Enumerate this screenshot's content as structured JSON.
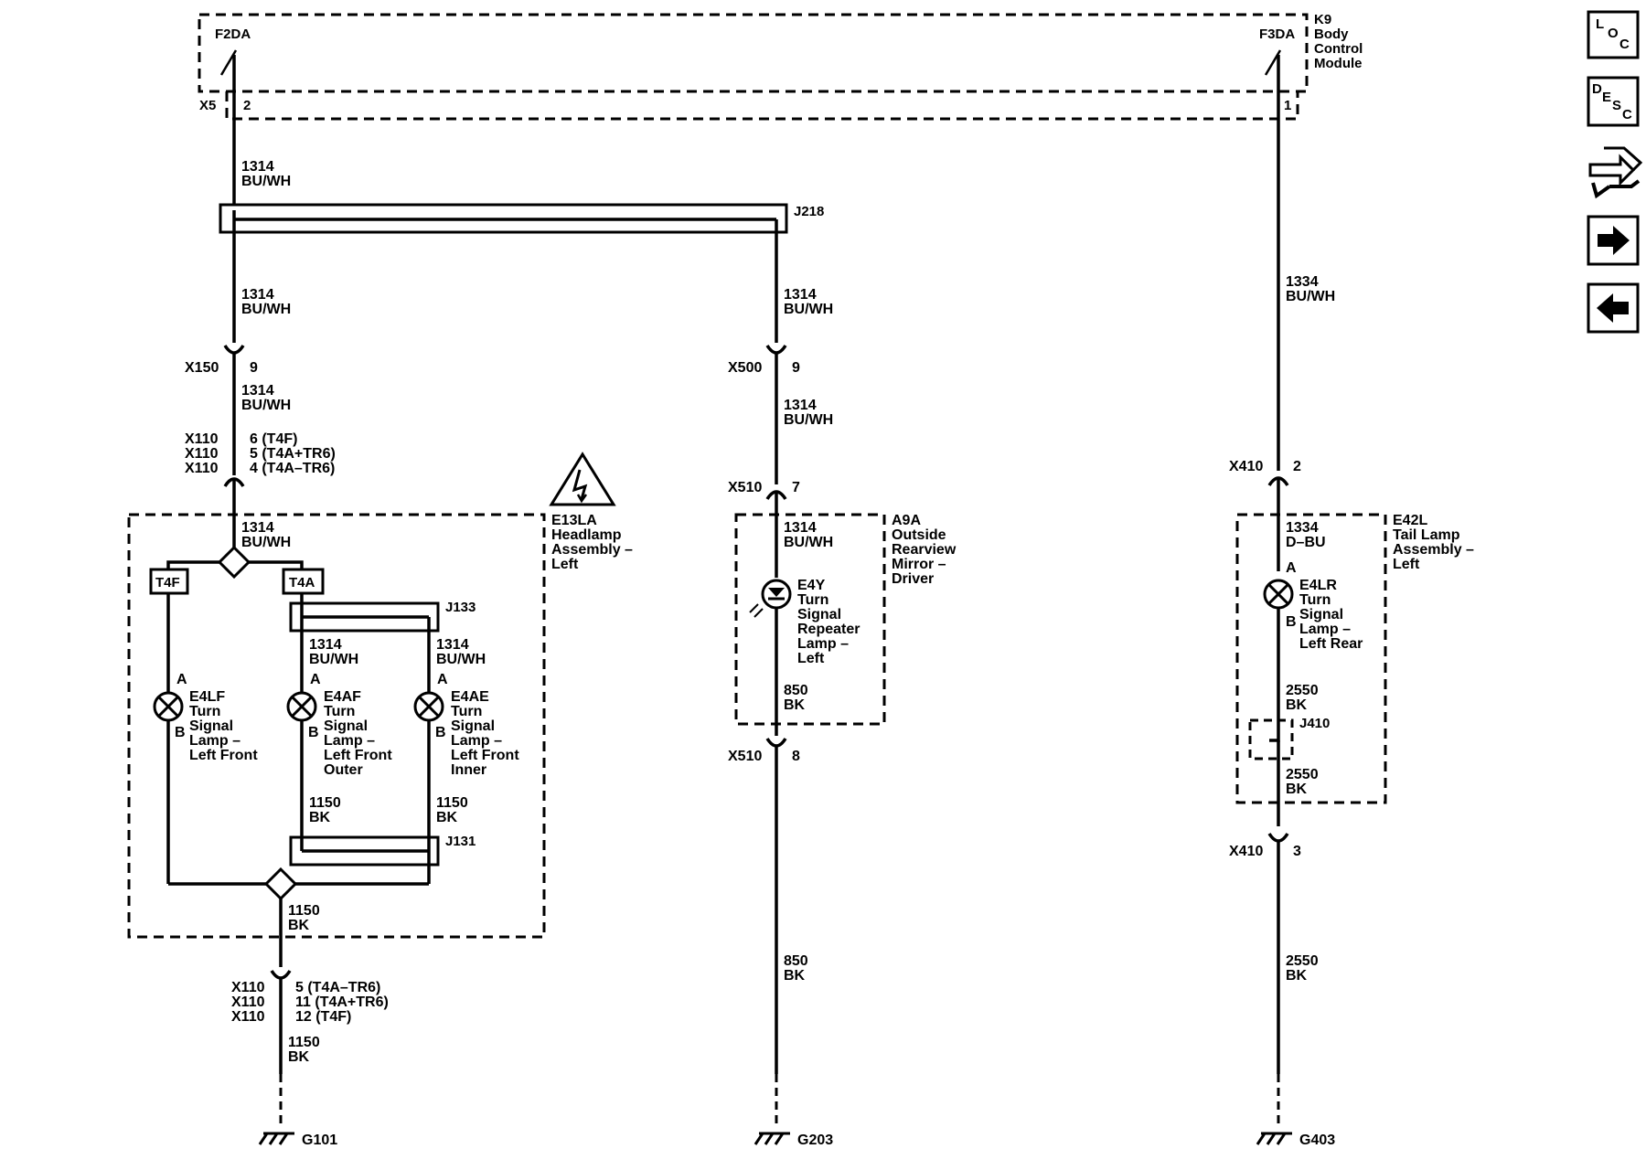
{
  "module": {
    "ref": "K9",
    "name_lines": [
      "Body",
      "Control",
      "Module"
    ],
    "left_switch": "F2DA",
    "right_switch": "F3DA",
    "connector": "X5",
    "left_pin": "2",
    "right_pin": "1"
  },
  "wires": {
    "bu_wh_circuit": "1314",
    "bu_wh_color": "BU/WH",
    "rear_circuit": "1334",
    "rear_color": "BU/WH",
    "rear_inner_color": "D–BU",
    "bk_1150": "1150",
    "bk_850": "850",
    "bk_2550": "2550",
    "bk_color": "BK"
  },
  "splices": {
    "j218": "J218",
    "j133": "J133",
    "j131": "J131",
    "j410": "J410"
  },
  "connectors": {
    "x150": "X150",
    "x150_pin": "9",
    "x110": "X110",
    "x110_top_lines": [
      "6 (T4F)",
      "5 (T4A+TR6)",
      "4 (T4A–TR6)"
    ],
    "x110_bottom_lines": [
      "5 (T4A–TR6)",
      "11 (T4A+TR6)",
      "12 (T4F)"
    ],
    "x500": "X500",
    "x500_pin": "9",
    "x510": "X510",
    "x510_top_pin": "7",
    "x510_bottom_pin": "8",
    "x410": "X410",
    "x410_top_pin": "2",
    "x410_bottom_pin": "3"
  },
  "assemblies": {
    "headlamp": {
      "ref": "E13LA",
      "lines": [
        "Headlamp",
        "Assembly –",
        "Left"
      ]
    },
    "mirror": {
      "ref": "A9A",
      "lines": [
        "Outside",
        "Rearview",
        "Mirror –",
        "Driver"
      ]
    },
    "tail": {
      "ref": "E42L",
      "lines": [
        "Tail Lamp",
        "Assembly –",
        "Left"
      ]
    }
  },
  "options": {
    "t4f": "T4F",
    "t4a": "T4A"
  },
  "lamps": {
    "e4lf": {
      "ref": "E4LF",
      "lines": [
        "Turn",
        "Signal",
        "Lamp –",
        "Left Front"
      ]
    },
    "e4af": {
      "ref": "E4AF",
      "lines": [
        "Turn",
        "Signal",
        "Lamp –",
        "Left Front",
        "Outer"
      ]
    },
    "e4ae": {
      "ref": "E4AE",
      "lines": [
        "Turn",
        "Signal",
        "Lamp –",
        "Left Front",
        "Inner"
      ]
    },
    "e4y": {
      "ref": "E4Y",
      "lines": [
        "Turn",
        "Signal",
        "Repeater",
        "Lamp –",
        "Left"
      ]
    },
    "e4lr": {
      "ref": "E4LR",
      "lines": [
        "Turn",
        "Signal",
        "Lamp –",
        "Left Rear"
      ]
    },
    "pin_a": "A",
    "pin_b": "B"
  },
  "grounds": {
    "g101": "G101",
    "g203": "G203",
    "g403": "G403"
  },
  "nav": {
    "loc": [
      "L",
      "O",
      "C"
    ],
    "desc": [
      "D",
      "E",
      "S",
      "C"
    ],
    "icons": [
      "connector-icon",
      "arrow-right-icon",
      "arrow-left-icon"
    ]
  }
}
